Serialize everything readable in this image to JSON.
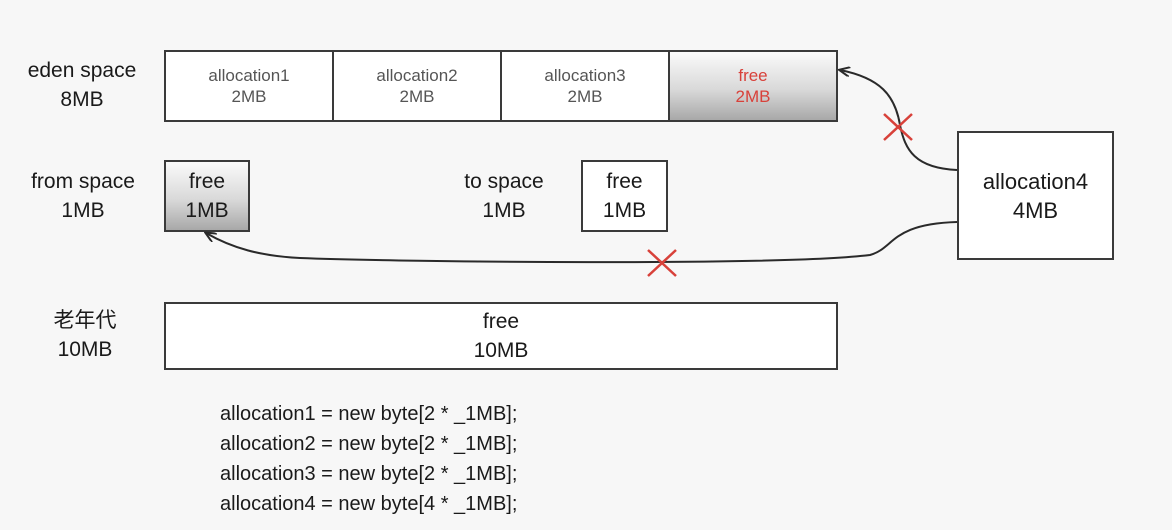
{
  "eden": {
    "label_line1": "eden space",
    "label_line2": "8MB",
    "cells": [
      {
        "name": "allocation1",
        "size": "2MB",
        "state": "used"
      },
      {
        "name": "allocation2",
        "size": "2MB",
        "state": "used"
      },
      {
        "name": "allocation3",
        "size": "2MB",
        "state": "used"
      },
      {
        "name": "free",
        "size": "2MB",
        "state": "free"
      }
    ]
  },
  "from_space": {
    "label_line1": "from space",
    "label_line2": "1MB",
    "box_line1": "free",
    "box_line2": "1MB"
  },
  "to_space": {
    "label_line1": "to space",
    "label_line2": "1MB",
    "box_line1": "free",
    "box_line2": "1MB"
  },
  "old_gen": {
    "label_line1": "老年代",
    "label_line2": "10MB",
    "box_line1": "free",
    "box_line2": "10MB"
  },
  "allocation4": {
    "line1": "allocation4",
    "line2": "4MB"
  },
  "code": {
    "lines": [
      "allocation1 = new byte[2 * _1MB];",
      "allocation2 = new byte[2 * _1MB];",
      "allocation3 = new byte[2 * _1MB];",
      "allocation4 = new byte[4 * _1MB];"
    ]
  },
  "colors": {
    "accent_red": "#d8413a",
    "border": "#3a3a3a",
    "background": "#f7f7f7"
  }
}
